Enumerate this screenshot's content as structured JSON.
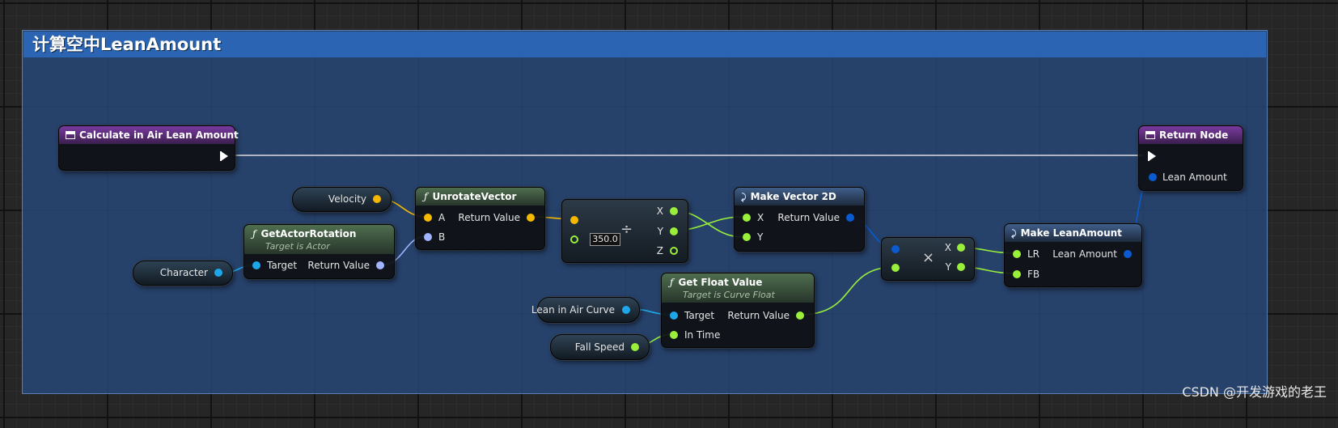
{
  "comment": {
    "title": "计算空中LeanAmount"
  },
  "nodes": {
    "calculate": {
      "title": "Calculate in Air Lean Amount"
    },
    "return_node": {
      "title": "Return Node",
      "pin_lean_amount": "Lean Amount"
    },
    "unrotate_vector": {
      "title": "UnrotateVector",
      "pin_a": "A",
      "pin_b": "B",
      "pin_return": "Return Value"
    },
    "get_actor_rotation": {
      "title": "GetActorRotation",
      "subtitle": "Target is Actor",
      "pin_target": "Target",
      "pin_return": "Return Value"
    },
    "divide": {
      "symbol": "÷",
      "value": "350.0",
      "pin_x": "X",
      "pin_y": "Y",
      "pin_z": "Z"
    },
    "make_vector_2d": {
      "title": "Make Vector 2D",
      "pin_x": "X",
      "pin_y": "Y",
      "pin_return": "Return Value"
    },
    "multiply": {
      "symbol": "×",
      "pin_x": "X",
      "pin_y": "Y"
    },
    "make_lean_amount": {
      "title": "Make LeanAmount",
      "pin_lr": "LR",
      "pin_fb": "FB",
      "pin_return": "Lean Amount"
    },
    "get_float_value": {
      "title": "Get Float Value",
      "subtitle": "Target is Curve Float",
      "pin_target": "Target",
      "pin_in_time": "In Time",
      "pin_return": "Return Value"
    }
  },
  "variables": {
    "velocity": "Velocity",
    "character": "Character",
    "lean_in_air_curve": "Lean in Air Curve",
    "fall_speed": "Fall Speed"
  },
  "pin_colors": {
    "vector": "#f5b800",
    "rotator": "#a0b4ff",
    "object": "#1ea7e8",
    "float": "#9aef3a",
    "struct": "#0a5bd0",
    "exec": "#ffffff"
  },
  "watermark": "CSDN @开发游戏的老王"
}
